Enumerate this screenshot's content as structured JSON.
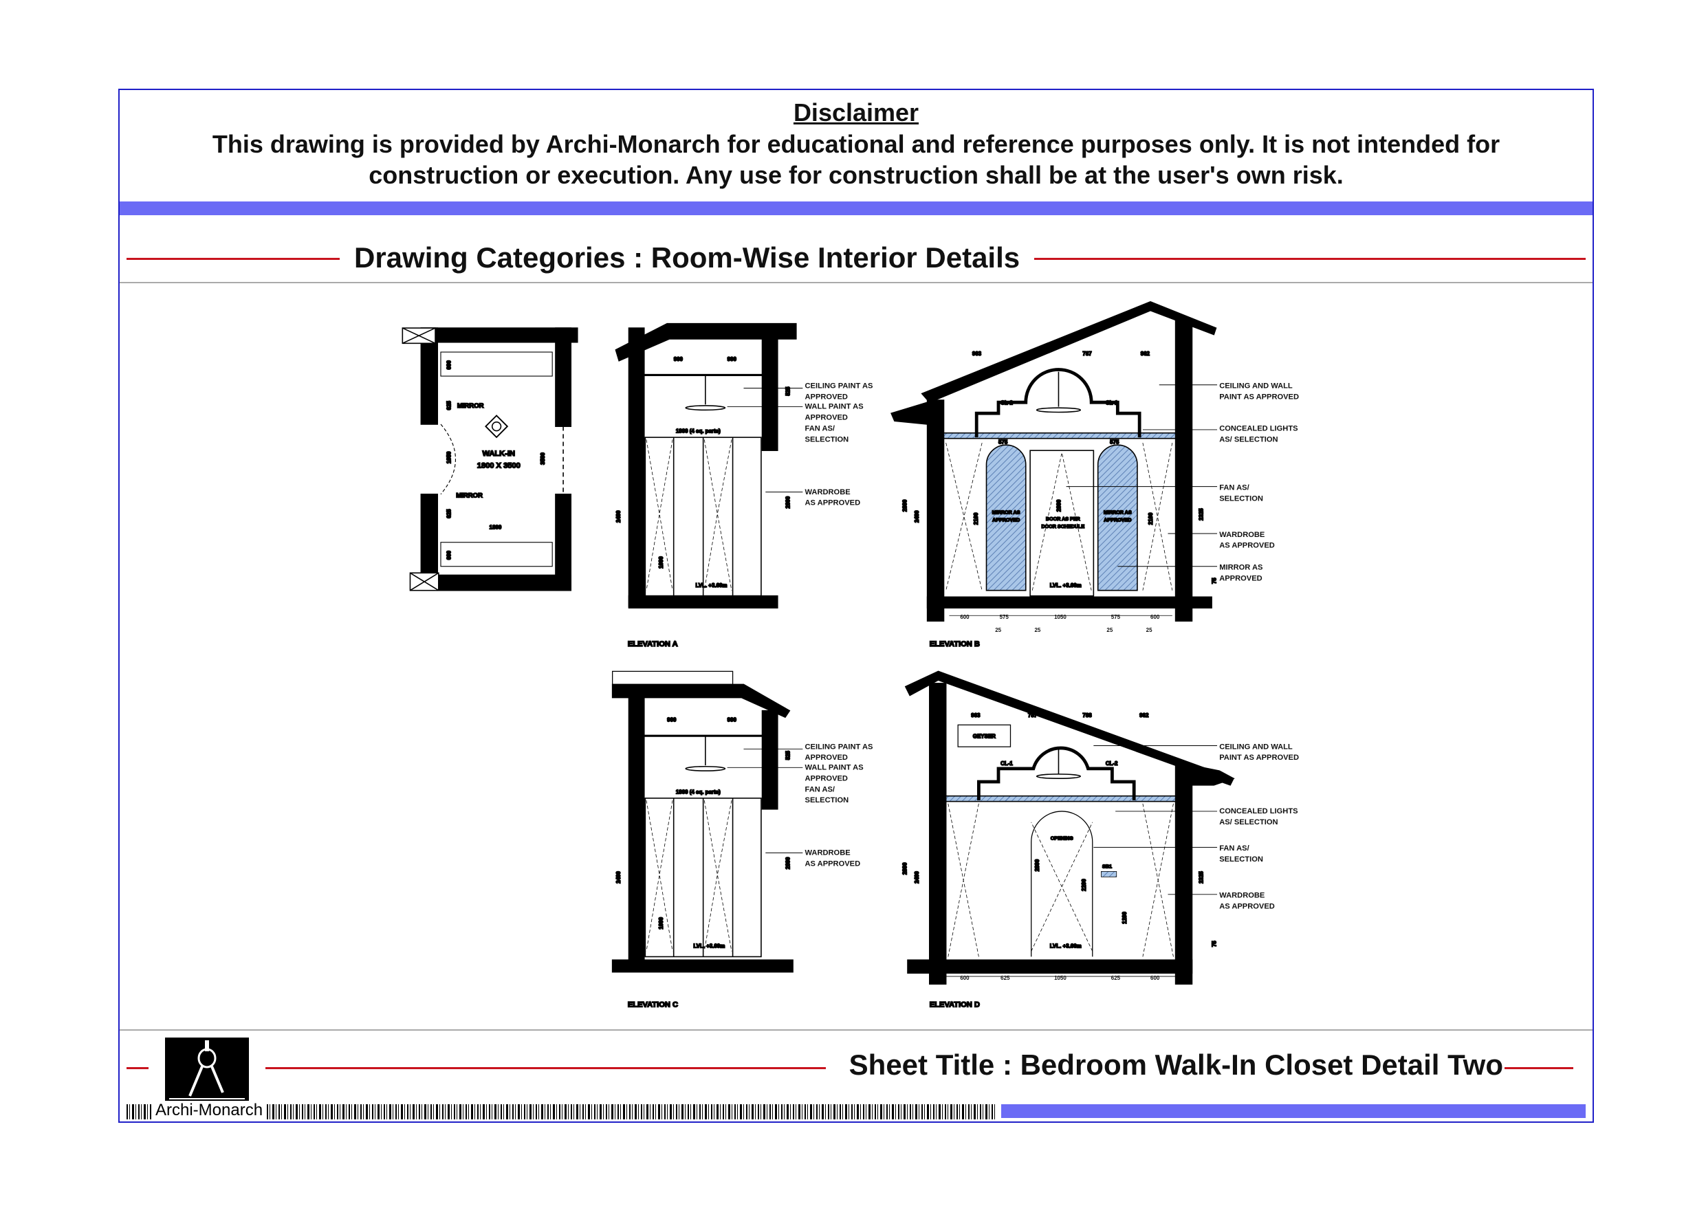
{
  "disclaimer": {
    "title": "Disclaimer",
    "text": "This drawing is provided by Archi-Monarch for educational and reference purposes only. It is not intended for construction or execution. Any use for construction shall be at the user's own risk."
  },
  "category_title": "Drawing Categories : Room-Wise Interior Details",
  "sheet_title": "Sheet Title : Bedroom Walk-In Closet Detail Two",
  "brand": "Archi-Monarch",
  "colors": {
    "frame": "#2020c8",
    "band": "#6b6bf5",
    "accent_line": "#c8141e",
    "mirror": "#a9c6e8"
  },
  "plan": {
    "mirror_top": "MIRROR",
    "mirror_bottom": "MIRROR",
    "room_name": "WALK-IN",
    "room_size": "1800 X 3500",
    "dims": {
      "top_depth": "600",
      "mirror_top": "625",
      "door": "1050",
      "mirror_bottom": "625",
      "bottom_depth": "600",
      "width": "1800",
      "length": "3500"
    }
  },
  "elevation_a": {
    "title": "ELEVATION A",
    "dims": {
      "w1": "900",
      "w2": "900",
      "panels": "1800 (4 eq. parts)",
      "h_wardrobe": "2400",
      "h_total": "2800",
      "h_drop": "525",
      "h_handle": "1000"
    },
    "level": "LVL. +3.60m",
    "labels": [
      [
        "CEILING PAINT AS",
        "APPROVED"
      ],
      [
        "WALL PAINT AS",
        "APPROVED"
      ],
      [
        "FAN AS/",
        "SELECTION"
      ],
      [
        "WARDROBE",
        "AS APPROVED"
      ]
    ]
  },
  "elevation_b": {
    "title": "ELEVATION B",
    "top_dims": [
      "963",
      "787",
      "787",
      "962"
    ],
    "bottom_dims": [
      "600",
      "575",
      "1050",
      "575",
      "600"
    ],
    "gaps": [
      "25",
      "25",
      "25",
      "25"
    ],
    "mirror_widths": [
      "575",
      "575"
    ],
    "heights": {
      "h_total": "2800",
      "h_wardrobe": "2400",
      "h_side": "2100",
      "h_door": "2800",
      "h_right": "2325",
      "skirting": "75",
      "h_side_r": "2100"
    },
    "lights": [
      "CL-2",
      "CL-1"
    ],
    "mirror_text": [
      "MIRROR AS",
      "APPROVED"
    ],
    "door_text": [
      "DOOR AS PER",
      "DOOR SCHEDULE"
    ],
    "level": "LVL. +3.60m",
    "labels": [
      [
        "CEILING AND WALL",
        "PAINT AS APPROVED"
      ],
      [
        "CONCEALED LIGHTS",
        "AS/ SELECTION"
      ],
      [
        "FAN AS/",
        "SELECTION"
      ],
      [
        "WARDROBE",
        "AS APPROVED"
      ],
      [
        "MIRROR AS",
        "APPROVED"
      ]
    ]
  },
  "elevation_c": {
    "title": "ELEVATION C",
    "dims": {
      "w1": "900",
      "w2": "900",
      "panels": "1800 (4 eq. parts)",
      "h_wardrobe": "2400",
      "h_total": "2800",
      "h_drop": "525",
      "h_handle": "1000"
    },
    "level": "LVL. +3.60m",
    "labels": [
      [
        "CEILING PAINT AS",
        "APPROVED"
      ],
      [
        "WALL PAINT AS",
        "APPROVED"
      ],
      [
        "FAN AS/",
        "SELECTION"
      ],
      [
        "WARDROBE",
        "AS APPROVED"
      ]
    ]
  },
  "elevation_d": {
    "title": "ELEVATION D",
    "top_dims": [
      "963",
      "787",
      "788",
      "962"
    ],
    "bottom_dims": [
      "600",
      "625",
      "1050",
      "625",
      "600"
    ],
    "heights": {
      "h_total": "2800",
      "h_wardrobe": "2400",
      "h_opening_total": "2800",
      "h_opening": "2200",
      "h_sb": "1200",
      "h_right": "2325",
      "skirting": "75"
    },
    "lights": [
      "CL-1",
      "CL-2"
    ],
    "geyser": "GEYSER",
    "opening": "OPENING",
    "switchboard": "SB1",
    "level": "LVL. +3.60m",
    "labels": [
      [
        "CEILING AND WALL",
        "PAINT AS APPROVED"
      ],
      [
        "CONCEALED LIGHTS",
        "AS/ SELECTION"
      ],
      [
        "FAN AS/",
        "SELECTION"
      ],
      [
        "WARDROBE",
        "AS APPROVED"
      ]
    ]
  }
}
